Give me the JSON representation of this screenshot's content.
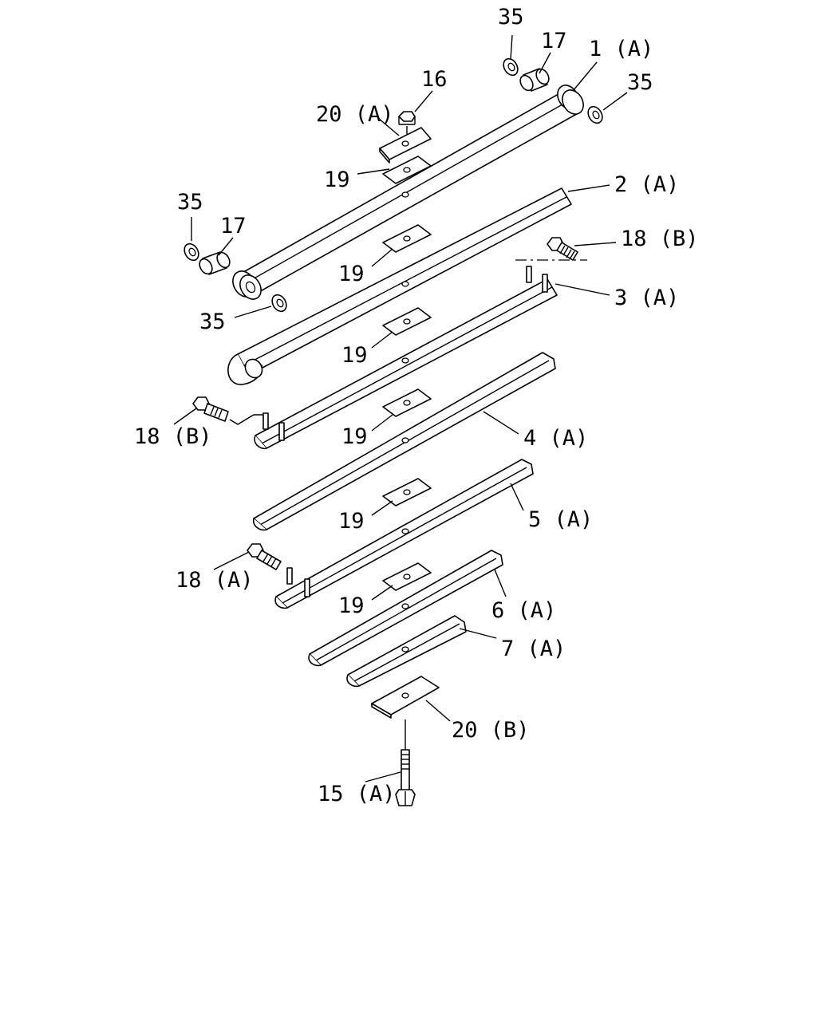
{
  "labels": {
    "l_35_top": "35",
    "l_17_top": "17",
    "l_1a": "1 (A)",
    "l_35_right": "35",
    "l_16": "16",
    "l_20a": "20 (A)",
    "l_19_1": "19",
    "l_2a": "2 (A)",
    "l_35_left": "35",
    "l_17_left": "17",
    "l_18b_right": "18 (B)",
    "l_19_2": "19",
    "l_3a": "3 (A)",
    "l_35_bottom": "35",
    "l_19_3": "19",
    "l_18b_left": "18 (B)",
    "l_19_4": "19",
    "l_4a": "4 (A)",
    "l_19_5": "19",
    "l_5a": "5 (A)",
    "l_18a": "18 (A)",
    "l_19_6": "19",
    "l_6a": "6 (A)",
    "l_7a": "7 (A)",
    "l_20b": "20 (B)",
    "l_15a": "15 (A)"
  }
}
